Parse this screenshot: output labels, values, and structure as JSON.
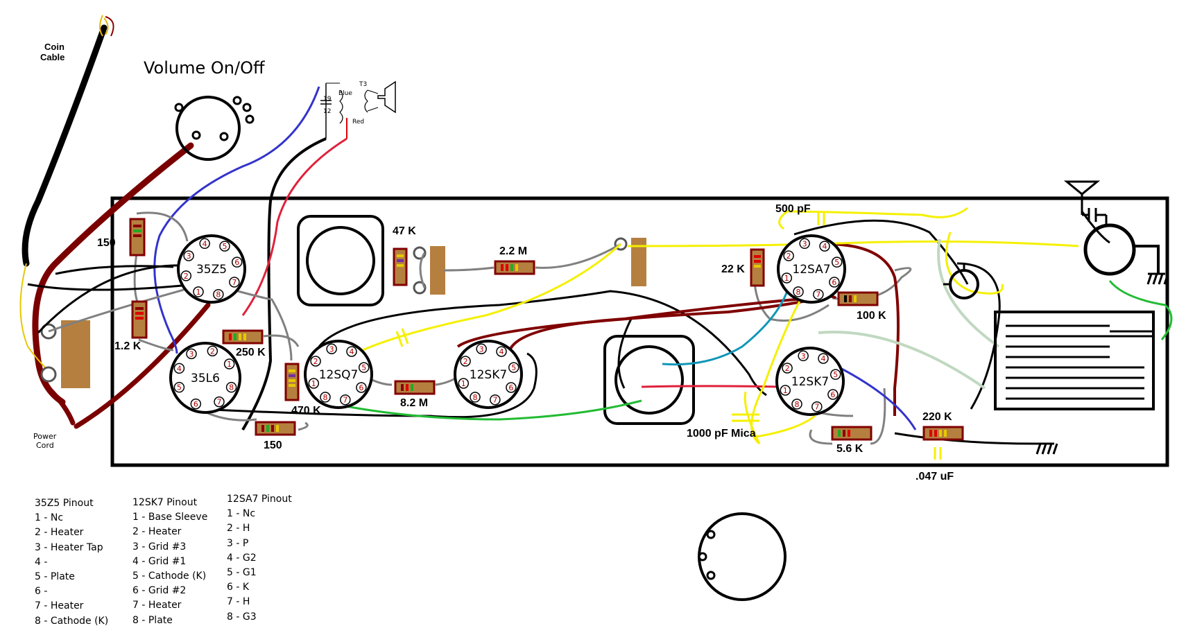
{
  "labels": {
    "coin_cable_l1": "Coin",
    "coin_cable_l2": "Cable",
    "volume": "Volume On/Off",
    "power_cord_l1": "Power",
    "power_cord_l2": "Cord",
    "t3": "T3",
    "blue": "Blue",
    "red": "Red",
    "t_19": "19",
    "t_12": "12"
  },
  "tubes": [
    {
      "name": "35Z5"
    },
    {
      "name": "35L6"
    },
    {
      "name": "12SQ7"
    },
    {
      "name": "12SK7"
    },
    {
      "name": "12SA7"
    },
    {
      "name": "12SK7"
    }
  ],
  "pin_numbers": [
    "1",
    "2",
    "3",
    "4",
    "5",
    "6",
    "7",
    "8"
  ],
  "components": {
    "r150_top": "150",
    "r1_2k": "1.2 K",
    "r250k": "250 K",
    "r470k": "470 K",
    "r150_bottom": "150",
    "r47k": "47 K",
    "r2_2m": "2.2 M",
    "r8_2m": "8.2 M",
    "c500pf": "500 pF",
    "r22k": "22 K",
    "r100k": "100 K",
    "c1000pf": "1000 pF Mica",
    "r5_6k": "5.6 K",
    "r220k": "220 K",
    "c047uf": ".047 uF"
  },
  "pinouts": [
    {
      "title": "35Z5 Pinout",
      "lines": [
        "1 - Nc",
        "2 - Heater",
        "3 - Heater Tap",
        "4 -",
        "5 - Plate",
        "6 -",
        "7 - Heater",
        "8 - Cathode (K)"
      ]
    },
    {
      "title": "12SK7 Pinout",
      "lines": [
        "1 - Base Sleeve",
        "2 - Heater",
        "3 - Grid #3",
        "4 - Grid #1",
        "5 - Cathode (K)",
        "6 - Grid #2",
        "7 - Heater",
        "8 - Plate"
      ]
    },
    {
      "title": "12SA7 Pinout",
      "lines": [
        "1 - Nc",
        "2 - H",
        "3 - P",
        "4 - G2",
        "5 - G1",
        "6 - K",
        "7 - H",
        "8 - G3"
      ]
    }
  ]
}
